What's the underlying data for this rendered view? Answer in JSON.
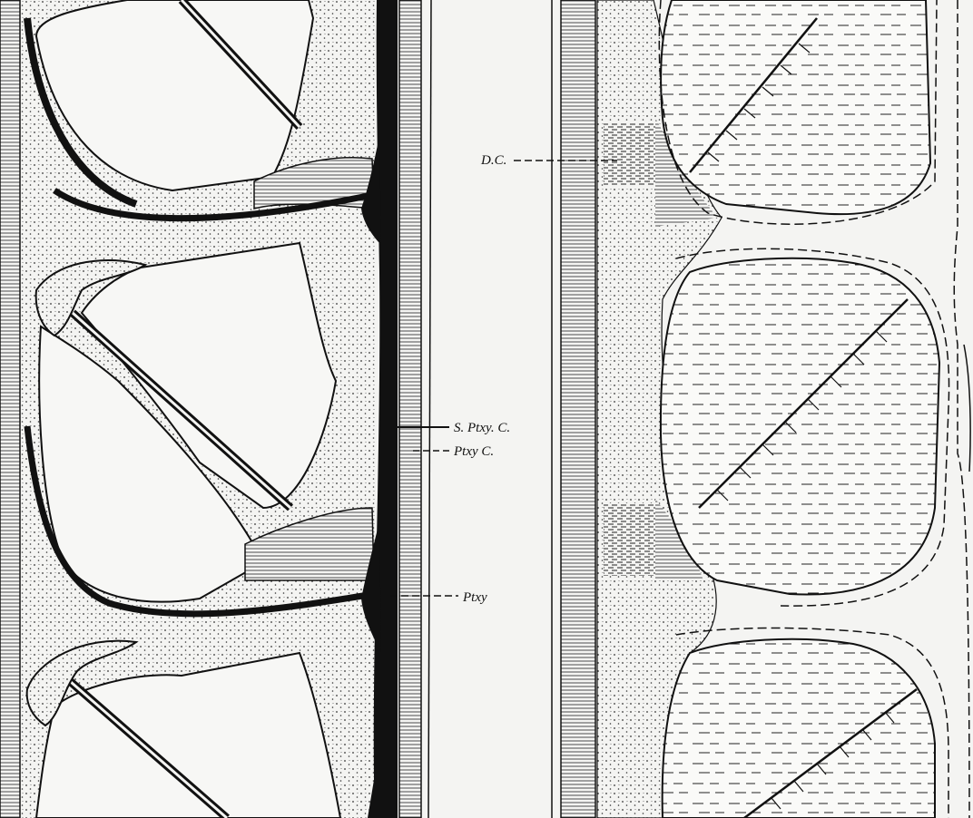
{
  "figure": {
    "background": "#f4f4f2",
    "ink": "#111111",
    "stipple": "#3a3a3a",
    "labels": {
      "dc": "D.C.",
      "s_ptxy_c": "S. Ptxy. C.",
      "ptxy_c": "Ptxy C.",
      "ptxy": "Ptxy"
    }
  }
}
